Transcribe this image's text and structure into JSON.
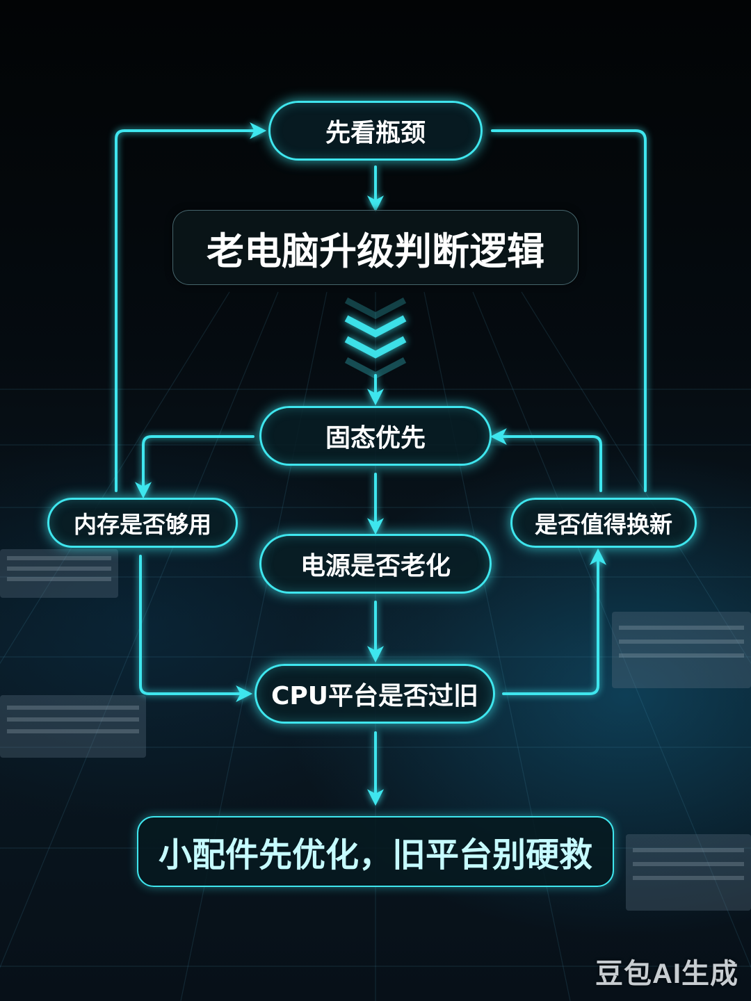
{
  "diagram": {
    "nodes": {
      "top": "先看瓶颈",
      "title": "老电脑升级判断逻辑",
      "ssd": "固态优先",
      "memory": "内存是否够用",
      "renew": "是否值得换新",
      "psu": "电源是否老化",
      "cpu": "CPU平台是否过旧",
      "conclusion": "小配件先优化，旧平台别硬救"
    },
    "colors": {
      "accent": "#3fe6ee",
      "node_fill": "#081e24",
      "background": "#050b10"
    }
  },
  "watermark": "豆包AI生成"
}
